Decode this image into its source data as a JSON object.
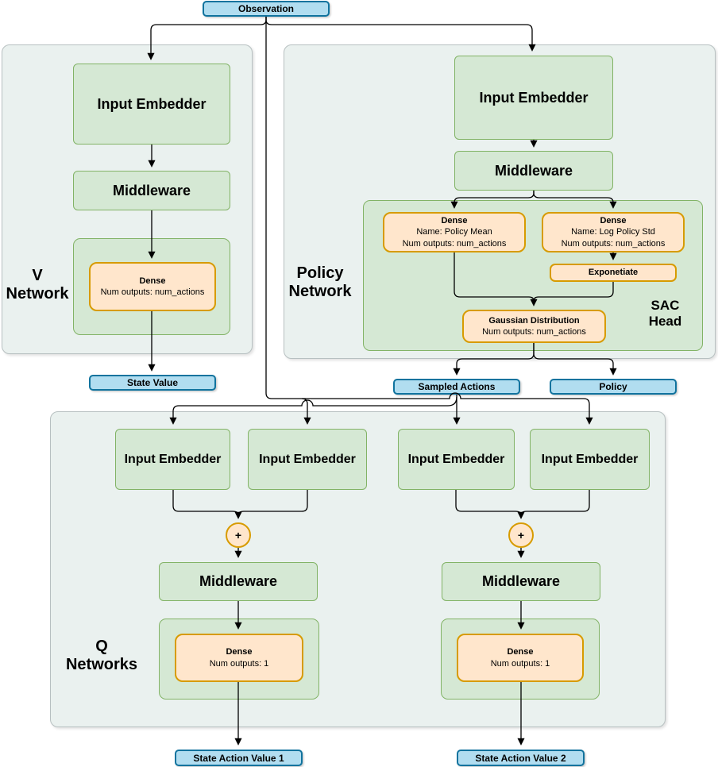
{
  "diagram": {
    "observation": "Observation",
    "state_value": "State Value",
    "sampled_actions": "Sampled Actions",
    "policy_output": "Policy",
    "state_action_value_1": "State Action Value 1",
    "state_action_value_2": "State Action Value 2",
    "v_network": {
      "label_line1": "V",
      "label_line2": "Network",
      "input_embedder": "Input Embedder",
      "middleware": "Middleware",
      "dense_title": "Dense",
      "dense_detail": "Num outputs: num_actions"
    },
    "policy_network": {
      "label_line1": "Policy",
      "label_line2": "Network",
      "input_embedder": "Input Embedder",
      "middleware": "Middleware",
      "sac_head": {
        "label_line1": "SAC",
        "label_line2": "Head",
        "dense_mean_title": "Dense",
        "dense_mean_name": "Name: Policy Mean",
        "dense_mean_outputs": "Num outputs: num_actions",
        "dense_std_title": "Dense",
        "dense_std_name": "Name: Log Policy Std",
        "dense_std_outputs": "Num outputs: num_actions",
        "exponentiate": "Exponetiate",
        "gaussian_title": "Gaussian Distribution",
        "gaussian_outputs": "Num outputs: num_actions"
      }
    },
    "q_networks": {
      "label_line1": "Q",
      "label_line2": "Networks",
      "input_embedder": "Input Embedder",
      "middleware": "Middleware",
      "dense_title": "Dense",
      "dense_detail": "Num outputs: 1",
      "plus": "+"
    }
  },
  "colors": {
    "green_fill": "#d5e8d4",
    "green_stroke": "#82b366",
    "orange_fill": "#ffe6cc",
    "orange_stroke": "#d79b00",
    "blue_fill": "#b1ddf0",
    "blue_stroke": "#10739e",
    "container_fill": "#eaf1ef",
    "container_stroke": "#b7c0c1",
    "wire": "#000000"
  }
}
